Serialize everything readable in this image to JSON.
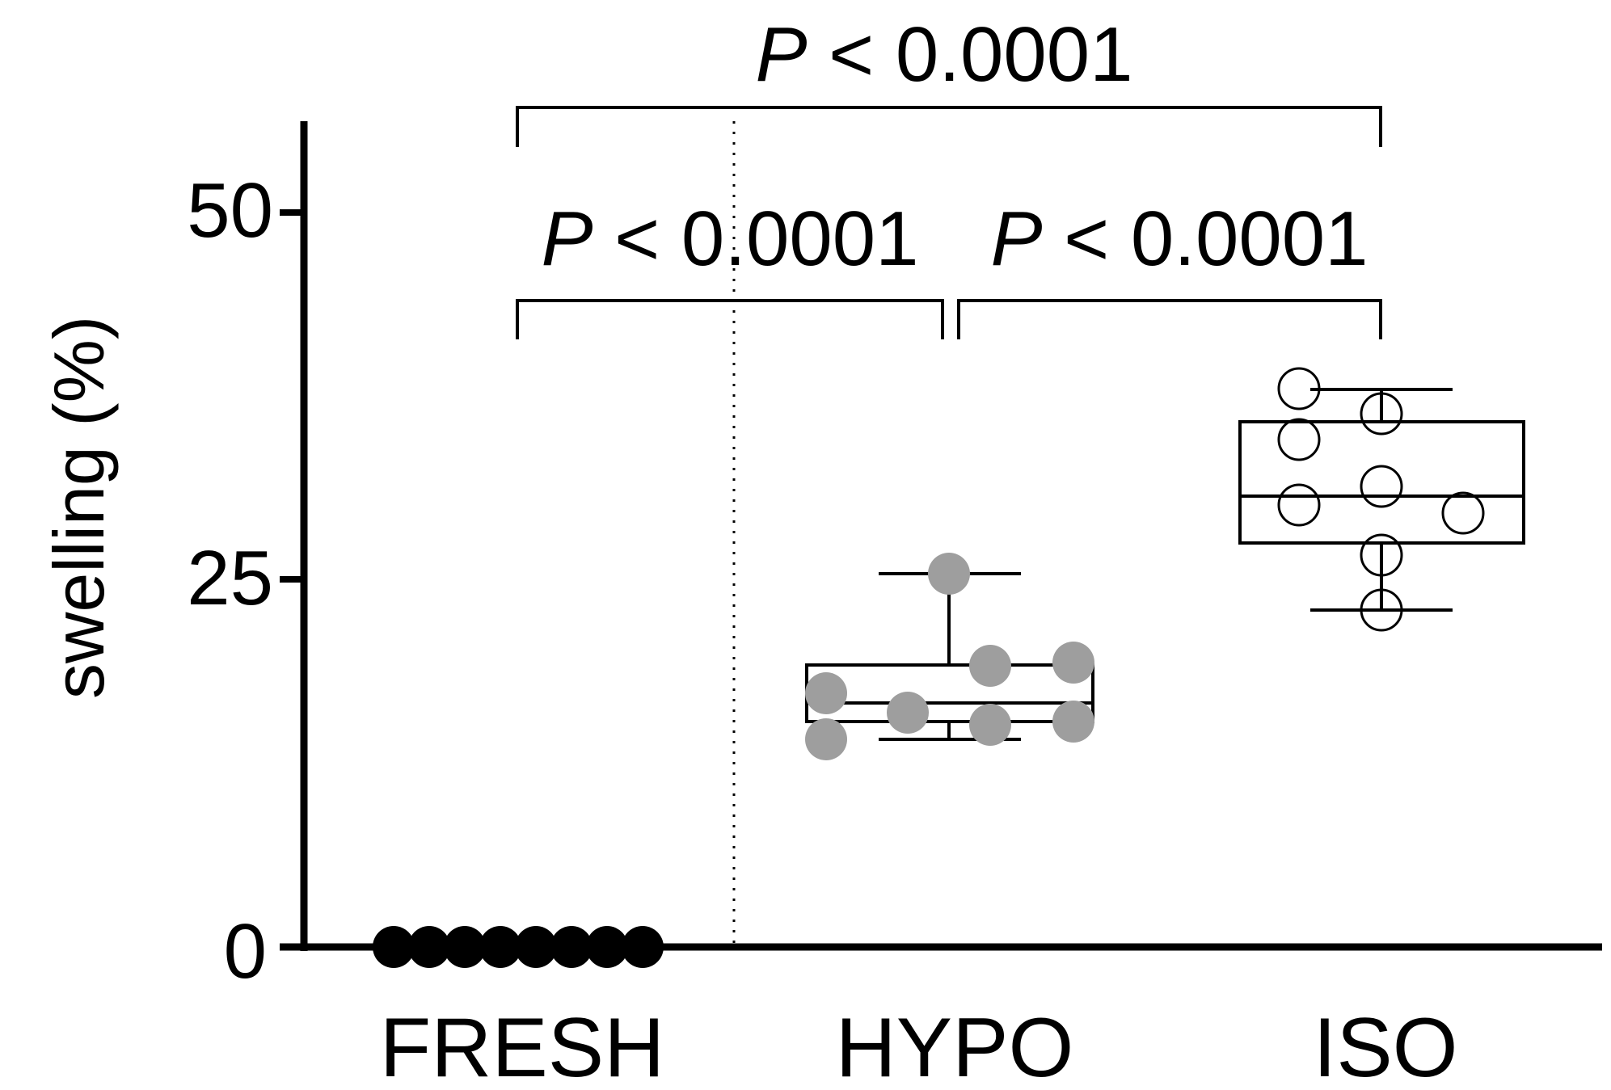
{
  "chart_data": {
    "type": "box",
    "title": "",
    "xlabel": "",
    "ylabel": "swelling (%)",
    "ylim": [
      0,
      55
    ],
    "yticks": [
      0,
      25,
      50
    ],
    "ytick_labels": [
      "0",
      "25",
      "50"
    ],
    "grid": false,
    "legend": null,
    "categories": [
      "FRESH",
      "HYPO",
      "ISO"
    ],
    "series": [
      {
        "name": "FRESH",
        "marker": "filled-circle",
        "color": "#000000",
        "points": [
          0,
          0,
          0,
          0,
          0,
          0,
          0,
          0
        ],
        "box": null
      },
      {
        "name": "HYPO",
        "marker": "filled-circle",
        "color": "#9e9e9e",
        "points": [
          25.4,
          19.1,
          19.3,
          17.3,
          15.9,
          15.1,
          15.3,
          14.1
        ],
        "box": {
          "min": 14.1,
          "q1": 15.3,
          "median": 16.6,
          "q3": 19.2,
          "max": 25.4
        }
      },
      {
        "name": "ISO",
        "marker": "open-circle",
        "color": "#000000",
        "points": [
          37.9,
          36.3,
          34.5,
          31.3,
          30.1,
          29.5,
          26.6,
          22.9
        ],
        "box": {
          "min": 22.9,
          "q1": 27.5,
          "median": 30.7,
          "q3": 35.7,
          "max": 37.9
        }
      }
    ],
    "annotations": [
      {
        "type": "significance-bracket",
        "from": "FRESH",
        "to": "ISO",
        "label_prefix": "P",
        "label_rest": " < 0.0001"
      },
      {
        "type": "significance-bracket",
        "from": "FRESH",
        "to": "HYPO",
        "label_prefix": "P",
        "label_rest": " < 0.0001"
      },
      {
        "type": "significance-bracket",
        "from": "HYPO",
        "to": "ISO",
        "label_prefix": "P",
        "label_rest": " < 0.0001"
      },
      {
        "type": "vertical-dotted-separator",
        "between": [
          "FRESH",
          "HYPO"
        ]
      }
    ]
  },
  "labels": {
    "ylabel": "swelling (%)",
    "yticks": [
      "50",
      "25",
      "0"
    ],
    "xticks": [
      "FRESH",
      "HYPO",
      "ISO"
    ],
    "sig_top": {
      "p": "P",
      "rest": " < 0.0001"
    },
    "sig_left": {
      "p": "P",
      "rest": " < 0.0001"
    },
    "sig_right": {
      "p": "P",
      "rest": " < 0.0001"
    }
  }
}
